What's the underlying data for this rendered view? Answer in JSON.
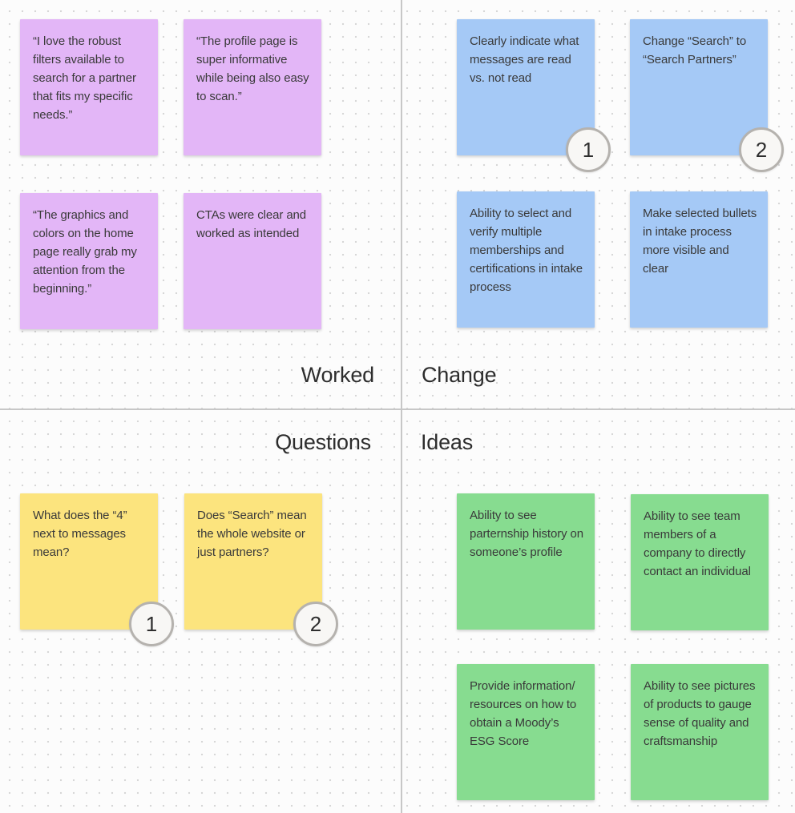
{
  "board": {
    "background": {
      "color": "#fcfcfc",
      "dot_color": "#d7d7d7"
    },
    "divider_color": "#c7c7c7",
    "stamp_style": {
      "background": "#f8f7f5",
      "border": "#b5b2ae"
    },
    "sections": {
      "worked": {
        "label": "Worked",
        "note_color": "#e3b6f7",
        "notes": [
          {
            "text": "“I love the robust filters available to search for a partner that fits my specific needs.”"
          },
          {
            "text": "“The profile page is super informative while being also easy to scan.”"
          },
          {
            "text": "“The graphics and colors on the home page really grab my attention from the beginning.”"
          },
          {
            "text": "CTAs were clear and worked as intended"
          }
        ]
      },
      "change": {
        "label": "Change",
        "note_color": "#a5c9f6",
        "notes": [
          {
            "text": "Clearly indicate what messages are read vs. not read",
            "badge": "1"
          },
          {
            "text": "Change “Search” to “Search Partners”",
            "badge": "2"
          },
          {
            "text": "Ability to select and verify multiple memberships and certifications in intake process"
          },
          {
            "text": "Make selected bullets in intake process more visible and clear"
          }
        ]
      },
      "questions": {
        "label": "Questions",
        "note_color": "#fce47e",
        "notes": [
          {
            "text": "What does the “4” next to messages mean?",
            "badge": "1"
          },
          {
            "text": "Does “Search” mean the whole website or just partners?",
            "badge": "2"
          }
        ]
      },
      "ideas": {
        "label": "Ideas",
        "note_color": "#87dc90",
        "notes": [
          {
            "text": "Ability to see parternship history on someone’s profile"
          },
          {
            "text": "Ability to see team members of a company to directly contact an individual"
          },
          {
            "text": "Provide information/ resources on how to obtain a Moody’s ESG Score"
          },
          {
            "text": "Ability to see pictures of products to gauge sense of quality and craftsmanship"
          }
        ]
      }
    }
  }
}
